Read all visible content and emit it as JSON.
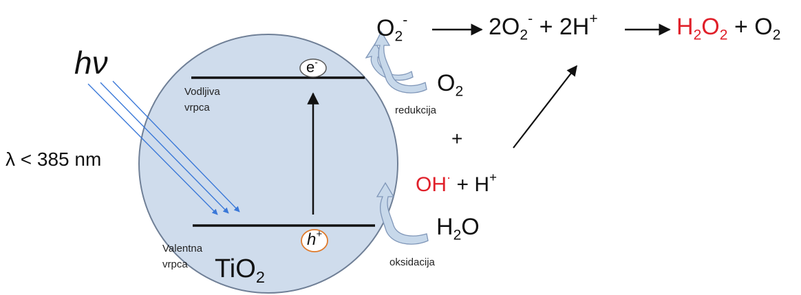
{
  "colors": {
    "particle_fill": "#cfdcec",
    "particle_stroke": "#6f7f96",
    "light_ray": "#3a78d8",
    "reaction_red": "#e0202a",
    "curved_arrow_fill": "#c7d8ea",
    "curved_arrow_stroke": "#7f96b8"
  },
  "light": {
    "symbol": "hν",
    "wavelength": "λ < 385 nm"
  },
  "bands": {
    "conduction_label": [
      "Vodljiva",
      "vrpca"
    ],
    "valence_label": [
      "Valentna",
      "vrpca"
    ]
  },
  "carriers": {
    "electron": {
      "base": "e",
      "sup": "-"
    },
    "hole": {
      "base": "h",
      "sup": "+"
    }
  },
  "particle": {
    "base": "TiO",
    "sub": "2"
  },
  "reduction": {
    "label": "redukcija",
    "reactant": {
      "base": "O",
      "sub": "2"
    }
  },
  "oxidation": {
    "label": "oksidacija",
    "reactant": {
      "base": "H",
      "sub": "2",
      "tail": "O"
    }
  },
  "plus_sign": "+",
  "hydroxyl": {
    "radical": "OH",
    "radical_dot": "·",
    "proton": "+ H",
    "proton_sup": "+"
  },
  "chain": {
    "superoxide": {
      "base": "O",
      "sub": "2",
      "sup": "-"
    },
    "step2": {
      "coef": "2O",
      "sub": "2",
      "sup": "-",
      "plus": "+ 2H",
      "plus_sup": "+"
    },
    "product": {
      "peroxide": {
        "base1": "H",
        "sub1": "2",
        "base2": "O",
        "sub2": "2"
      },
      "oxygen": {
        "plus": "+ O",
        "sub": "2"
      }
    }
  }
}
